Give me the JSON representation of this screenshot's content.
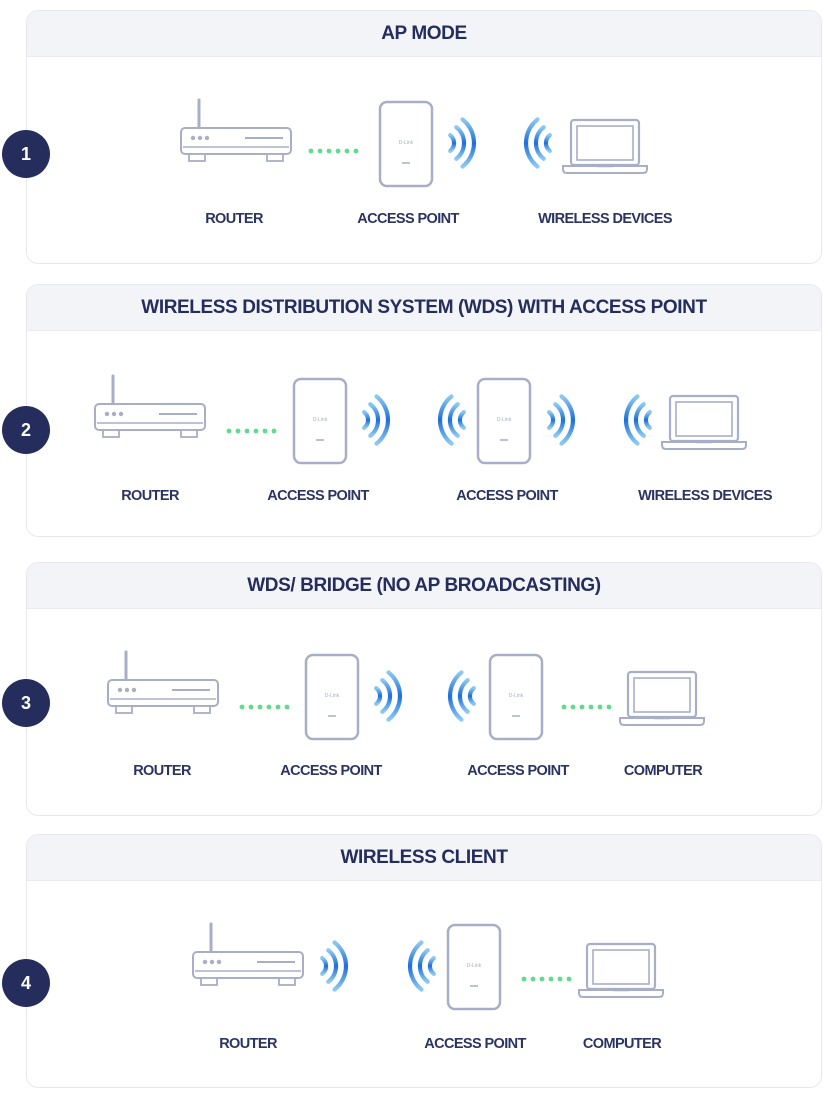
{
  "colors": {
    "navy": "#242d5c",
    "device_outline": "#a9aec7",
    "wave_blue": "#1e6fd9",
    "wave_light": "#8cc9f2",
    "link_dots": "#5ddc8b"
  },
  "icons": {
    "router": "router-icon",
    "access_point": "access-point-icon",
    "laptop": "laptop-icon",
    "wifi_waves": "wifi-waves-icon",
    "wired_link": "dotted-link"
  },
  "modes": [
    {
      "number": "1",
      "title": "AP MODE",
      "labels": [
        "ROUTER",
        "ACCESS POINT",
        "WIRELESS DEVICES"
      ]
    },
    {
      "number": "2",
      "title": "WIRELESS DISTRIBUTION SYSTEM (WDS) WITH ACCESS POINT",
      "labels": [
        "ROUTER",
        "ACCESS POINT",
        "ACCESS POINT",
        "WIRELESS DEVICES"
      ]
    },
    {
      "number": "3",
      "title": "WDS/ BRIDGE (NO AP BROADCASTING)",
      "labels": [
        "ROUTER",
        "ACCESS POINT",
        "ACCESS POINT",
        "COMPUTER"
      ]
    },
    {
      "number": "4",
      "title": "WIRELESS CLIENT",
      "labels": [
        "ROUTER",
        "ACCESS POINT",
        "COMPUTER"
      ]
    }
  ]
}
